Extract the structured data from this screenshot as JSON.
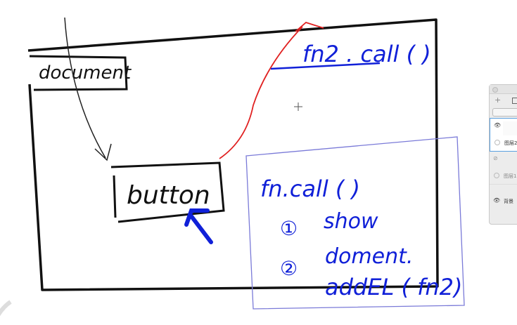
{
  "sketch": {
    "document_label": "document",
    "button_label": "button",
    "fn2_call": "fn2 . call (  )",
    "fn_call": "fn.call (     )",
    "step1_num": "①",
    "step1": "show",
    "step2_num": "②",
    "step2_line1": "doment.",
    "step2_line2": "addEL ( fn2)",
    "colors": {
      "ink": "#111111",
      "blue": "#1020d8",
      "red": "#e02020",
      "violet": "#7a7ad8"
    }
  },
  "layers_panel": {
    "layers": [
      {
        "name": "图层2",
        "visible": true,
        "selected": true
      },
      {
        "name": "图层1",
        "visible": false,
        "selected": false
      },
      {
        "name": "背景",
        "visible": true,
        "selected": false
      }
    ]
  }
}
